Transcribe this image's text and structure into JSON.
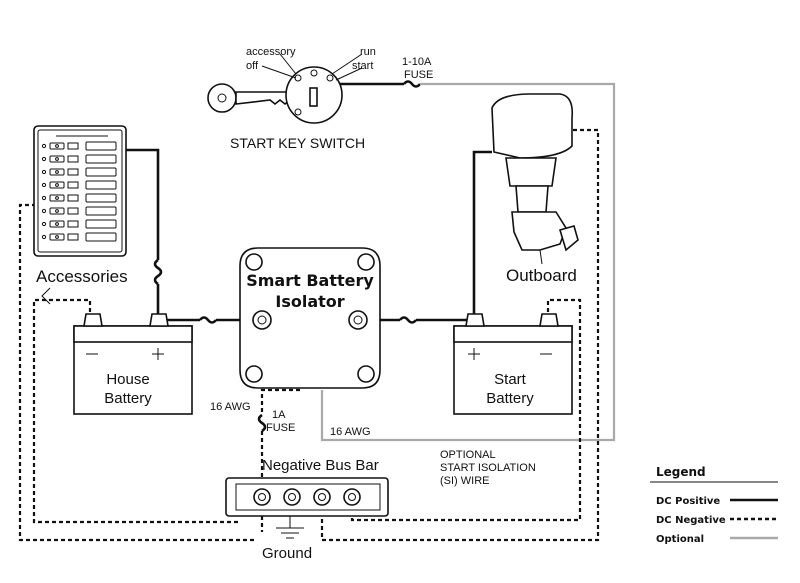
{
  "key_switch": {
    "title": "START KEY SWITCH",
    "accessory": "accessory",
    "off": "off",
    "run": "run",
    "start": "start"
  },
  "fuse_top": {
    "rating": "1-10A",
    "label": "FUSE"
  },
  "accessories": {
    "label": "Accessories"
  },
  "outboard": {
    "label": "Outboard"
  },
  "isolator": {
    "line1": "Smart Battery",
    "line2": "Isolator"
  },
  "house_battery": {
    "line1": "House",
    "line2": "Battery"
  },
  "start_battery": {
    "line1": "Start",
    "line2": "Battery"
  },
  "wire_left": {
    "gauge": "16 AWG"
  },
  "fuse_small": {
    "rating": "1A",
    "label": "FUSE"
  },
  "wire_right": {
    "gauge": "16 AWG"
  },
  "optional_note": {
    "line1": "OPTIONAL",
    "line2": "START ISOLATION",
    "line3": "(SI) WIRE"
  },
  "bus_bar": {
    "label": "Negative Bus Bar"
  },
  "ground": {
    "label": "Ground"
  },
  "legend": {
    "title": "Legend",
    "items": [
      {
        "label": "DC Positive",
        "style": "solid",
        "color": "#111111"
      },
      {
        "label": "DC Negative",
        "style": "dotted",
        "color": "#111111"
      },
      {
        "label": "Optional",
        "style": "solid",
        "color": "#a9a9a9"
      }
    ]
  },
  "panel": {
    "switch_count": 8
  }
}
